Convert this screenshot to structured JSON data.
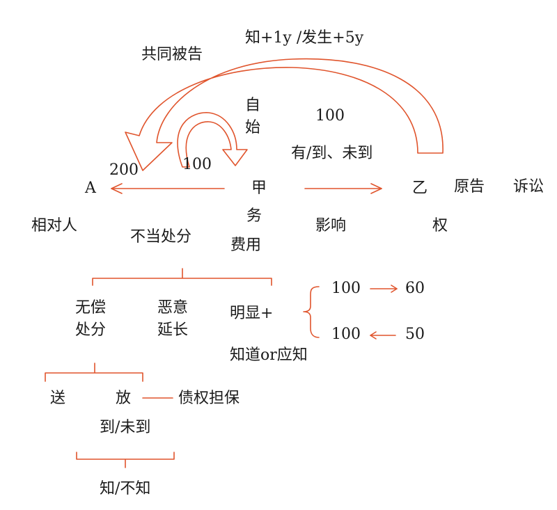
{
  "colors": {
    "text": "#1a1a1a",
    "accent": "#e0542c"
  },
  "labels": {
    "top_formula": "知+1y  /发生+5y",
    "co_defendant": "共同被告",
    "self_vertical": "自始",
    "hundred_top": "100",
    "arrive_not": "有/到、未到",
    "num_200": "200",
    "num_100_loop": "100",
    "node_a": "A",
    "node_jia": "甲",
    "node_yi": "乙",
    "plaintiff": "原告",
    "lawsuit": "诉讼",
    "counterparty": "相对人",
    "duty_vertical": "务",
    "expense": "费用",
    "influence": "影响",
    "right": "权",
    "improper_disposal": "不当处分",
    "gratuitous": "无偿",
    "disposal": "处分",
    "malicious": "恶意",
    "extend": "延长",
    "obvious": "明显+",
    "know_or_should": "知道or应知",
    "r1_left": "100",
    "r1_right": "60",
    "r2_left": "100",
    "r2_right": "50",
    "give": "送",
    "release": "放",
    "claim_security": "债权担保",
    "arrive_not2": "到/未到",
    "know_not": "知/不知"
  }
}
